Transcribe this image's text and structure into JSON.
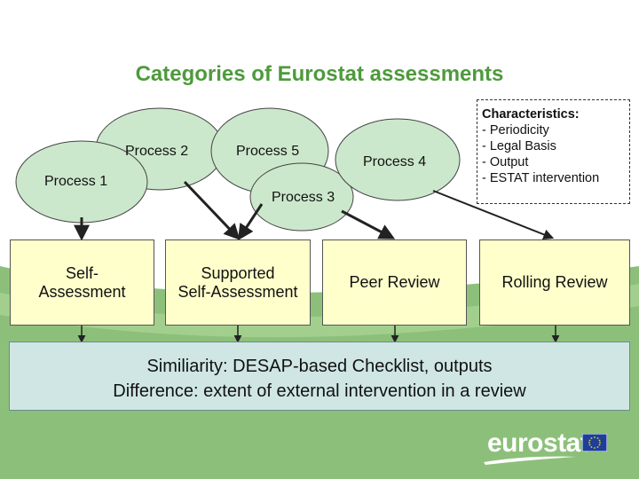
{
  "title": "Categories of Eurostat assessments",
  "processes": {
    "p1": "Process 1",
    "p2": "Process 2",
    "p3": "Process 3",
    "p4": "Process 4",
    "p5": "Process 5"
  },
  "boxes": {
    "self_line1": "Self-",
    "self_line2": "Assessment",
    "supported_line1": "Supported",
    "supported_line2": "Self-Assessment",
    "peer": "Peer Review",
    "rolling": "Rolling Review"
  },
  "characteristics": {
    "title": "Characteristics:",
    "items": [
      "- Periodicity",
      "- Legal Basis",
      "- Output",
      "- ESTAT intervention"
    ]
  },
  "summary": {
    "line1": "Similiarity: DESAP-based Checklist, outputs",
    "line2": "Difference: extent of external intervention in a review"
  },
  "logo": {
    "text": "eurostat"
  },
  "colors": {
    "title": "#4e9a3c",
    "bubble": "#cce8cc",
    "box": "#ffffcc",
    "summary": "#cfe6e4",
    "green_bg": "#8cc07a"
  }
}
